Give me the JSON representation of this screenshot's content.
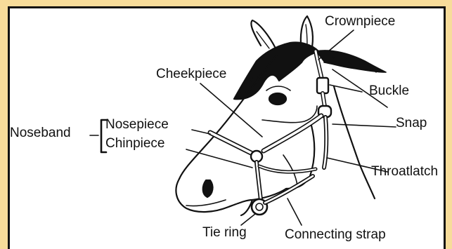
{
  "labels": {
    "crownpiece": "Crownpiece",
    "buckle": "Buckle",
    "snap": "Snap",
    "throatlatch": "Throatlatch",
    "cheekpiece": "Cheekpiece",
    "noseband": "Noseband",
    "nosepiece": "Nosepiece",
    "chinpiece": "Chinpiece",
    "tie_ring": "Tie ring",
    "connecting_strap": "Connecting strap"
  }
}
